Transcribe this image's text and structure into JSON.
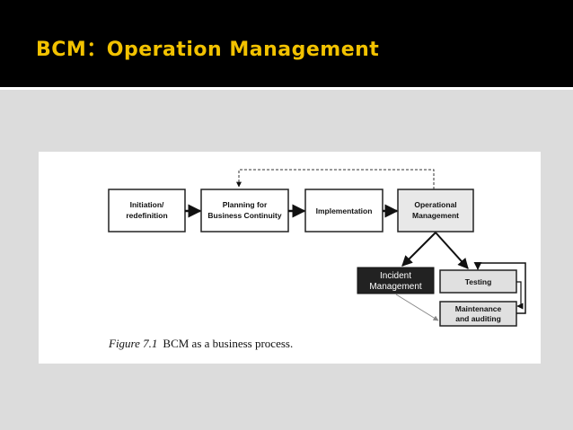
{
  "slide": {
    "title": "BCM：Operation Management"
  },
  "diagram": {
    "nodes": {
      "initiation": [
        "Initiation/",
        "redefinition"
      ],
      "planning": [
        "Planning for",
        "Business Continuity"
      ],
      "implementation": [
        "Implementation"
      ],
      "operational": [
        "Operational",
        "Management"
      ],
      "incident": [
        "Incident",
        "Management"
      ],
      "testing": [
        "Testing"
      ],
      "maintenance": [
        "Maintenance",
        "and auditing"
      ]
    },
    "caption": {
      "figure_number": "Figure 7.1",
      "text": "BCM as a business process."
    }
  }
}
